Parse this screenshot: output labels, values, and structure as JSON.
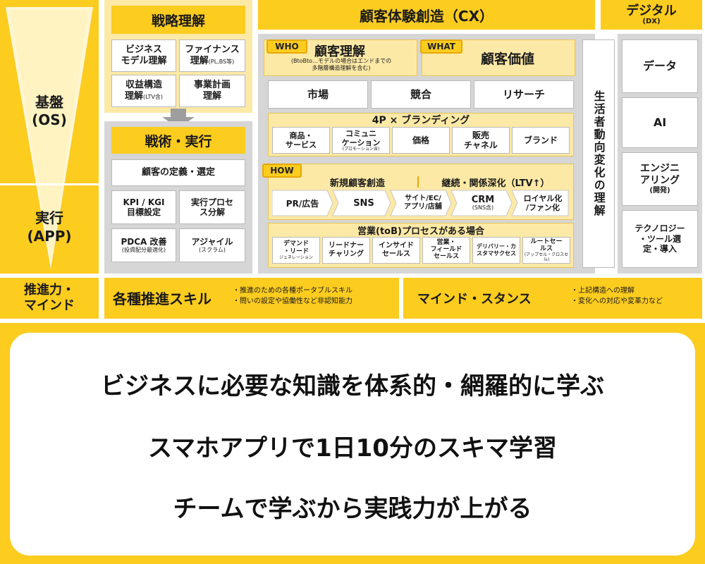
{
  "left": {
    "os_label": "基盤\n(OS)",
    "app_label": "実行\n(APP)",
    "drive_label": "推進力・\nマインド"
  },
  "strategy": {
    "title": "戦略理解",
    "items": [
      {
        "main": "ビジネス\nモデル理解",
        "sub": ""
      },
      {
        "main": "ファイナンス\n理解",
        "sub": "(PL,BS等)"
      },
      {
        "main": "収益構造\n理解",
        "sub": "(LTV含)"
      },
      {
        "main": "事業計画\n理解",
        "sub": ""
      }
    ]
  },
  "tactics": {
    "title": "戦術・実行",
    "customer_def": "顧客の定義・選定",
    "items": [
      {
        "main": "KPI / KGI\n目標設定",
        "sub": ""
      },
      {
        "main": "実行プロセ\nス分解",
        "sub": ""
      },
      {
        "main": "PDCA 改善",
        "sub": "(投資配分最適化)"
      },
      {
        "main": "アジャイル",
        "sub": "(スクラム)"
      }
    ]
  },
  "cx": {
    "title": "顧客体験創造（CX）",
    "who_tag": "WHO",
    "who_title": "顧客理解",
    "who_note": "(BtoBto…モデルの場合はエンドまでの\n多階層構造理解を含む)",
    "what_tag": "WHAT",
    "what_title": "顧客価値",
    "research": [
      "市場",
      "競合",
      "リサーチ"
    ],
    "fourp_title": "4P × ブランディング",
    "fourp": [
      {
        "main": "商品・\nサービス",
        "sub": ""
      },
      {
        "main": "コミュニ\nケーション",
        "sub": "(プロモーション含)"
      },
      {
        "main": "価格",
        "sub": ""
      },
      {
        "main": "販売\nチャネル",
        "sub": ""
      },
      {
        "main": "ブランド",
        "sub": ""
      }
    ],
    "how_tag": "HOW",
    "new_title": "新規顧客創造",
    "ltv_title": "継続・関係深化（LTV↑）",
    "flow": [
      {
        "main": "PR/広告",
        "sub": ""
      },
      {
        "main": "SNS",
        "sub": ""
      },
      {
        "main": "サイト/EC/\nアプリ/店舗",
        "sub": ""
      },
      {
        "main": "CRM",
        "sub": "(SNS含)"
      },
      {
        "main": "ロイヤル化\n/ファン化",
        "sub": ""
      }
    ],
    "tob_title": "営業(toB)プロセスがある場合",
    "tob": [
      {
        "main": "デマンド\n・リード",
        "sub": "ジェネレーション"
      },
      {
        "main": "リードナー\nチャリング",
        "sub": ""
      },
      {
        "main": "インサイド\nセールス",
        "sub": ""
      },
      {
        "main": "営業・\nフィールド\nセールス",
        "sub": ""
      },
      {
        "main": "デリバリー・カ\nスタマサクセス",
        "sub": ""
      },
      {
        "main": "ルートセー\nルス",
        "sub": "(アップセル・クロスセル)"
      }
    ],
    "lifestyle": "生活者動向変化の理解"
  },
  "digital": {
    "title": "デジタル",
    "sub": "(DX)",
    "items": [
      {
        "main": "データ",
        "sub": ""
      },
      {
        "main": "AI",
        "sub": ""
      },
      {
        "main": "エンジニ\nアリング",
        "sub": "(開発)"
      },
      {
        "main": "テクノロジー\n・ツール選\n定・導入",
        "sub": ""
      }
    ]
  },
  "skills": {
    "title": "各種推進スキル",
    "notes": "・推進のための各種ポータブルスキル\n・問いの設定や協働性など非認知能力",
    "mind_title": "マインド・スタンス",
    "mind_notes": "・上記構造への理解\n・変化への対応や変革力など"
  },
  "bottom": {
    "lines": [
      "ビジネスに必要な知識を体系的・網羅的に学ぶ",
      "スマホアプリで1日10分のスキマ学習",
      "チームで学ぶから実践力が上がる"
    ]
  },
  "colors": {
    "accent": "#fccc1f",
    "light": "#fde9a6",
    "gray": "#d6d6d6"
  }
}
